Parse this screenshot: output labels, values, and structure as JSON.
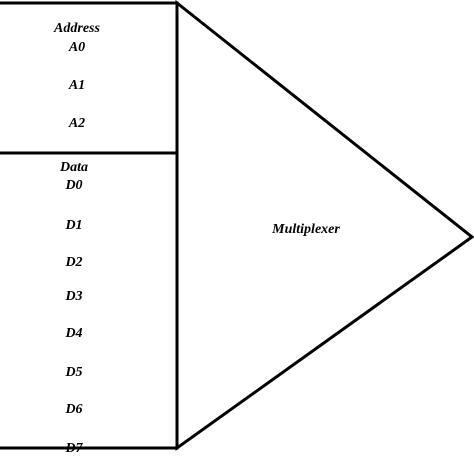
{
  "address": {
    "heading": "Address",
    "lines": [
      "A0",
      "A1",
      "A2"
    ]
  },
  "data": {
    "heading": "Data",
    "lines": [
      "D0",
      "D1",
      "D2",
      "D3",
      "D4",
      "D5",
      "D6",
      "D7"
    ]
  },
  "multiplexer": {
    "label": "Multiplexer"
  },
  "colors": {
    "stroke": "#000000",
    "background": "#ffffff"
  }
}
